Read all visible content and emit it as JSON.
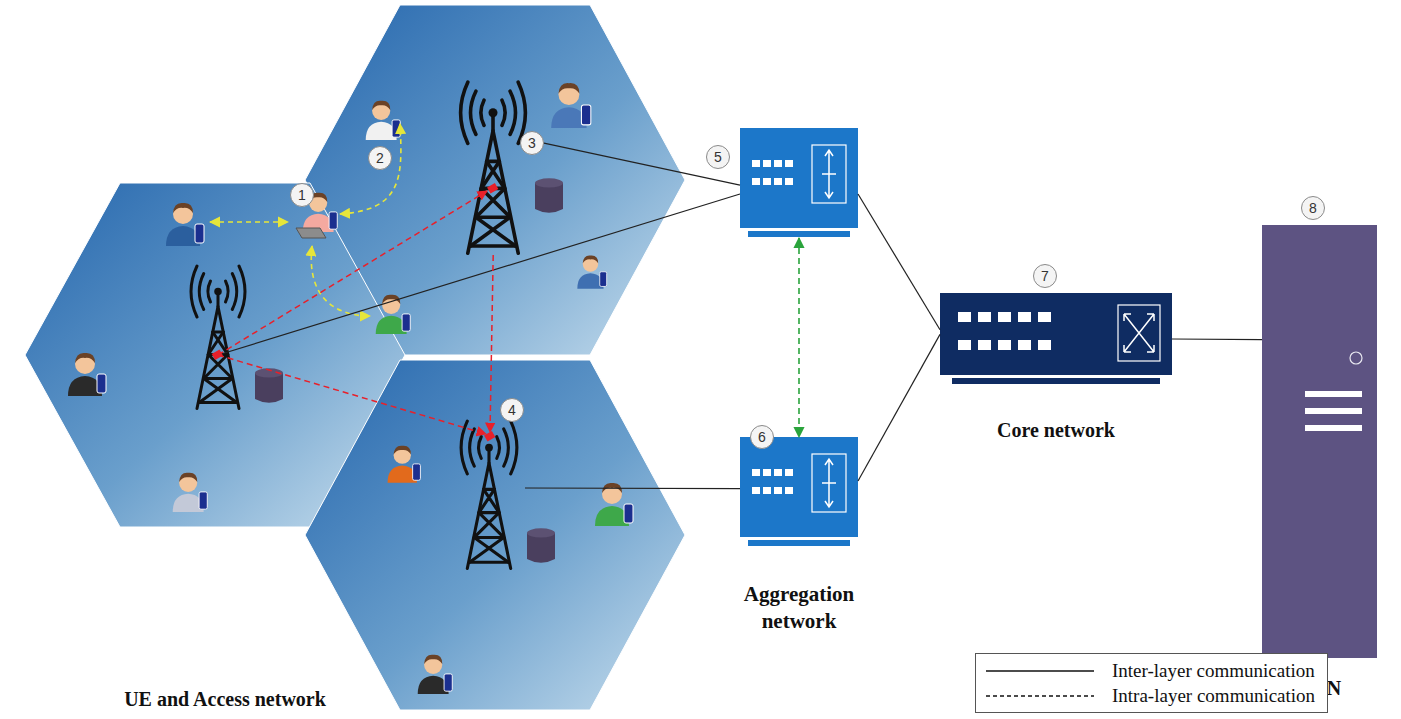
{
  "diagram": {
    "nodes": [
      {
        "text": [
          "3"
        ]
      },
      {
        "text": [
          "4"
        ]
      },
      {
        "text": [
          "5"
        ]
      },
      {
        "text": [
          "6",
          "Aggregation network"
        ]
      },
      {
        "text": [
          "7",
          "Core network"
        ]
      },
      {
        "text": [
          "8",
          "CDN"
        ]
      }
    ],
    "edges": [
      {
        "from": 0,
        "to": 2,
        "arrow": "none"
      },
      {
        "from": 0,
        "to": 1,
        "arrow": "to"
      },
      {
        "from": 1,
        "to": 3,
        "arrow": "none"
      },
      {
        "from": 2,
        "to": 4,
        "arrow": "none"
      },
      {
        "from": 3,
        "to": 4,
        "arrow": "none"
      },
      {
        "from": 4,
        "to": 5,
        "arrow": "none"
      },
      {
        "from": 2,
        "to": 3,
        "arrow": "both"
      }
    ],
    "labels": [
      "1",
      "2",
      "UE and Access network"
    ],
    "legend": [
      {
        "text": "Inter-layer communication"
      },
      {
        "text": "Intra-layer communication"
      }
    ]
  }
}
